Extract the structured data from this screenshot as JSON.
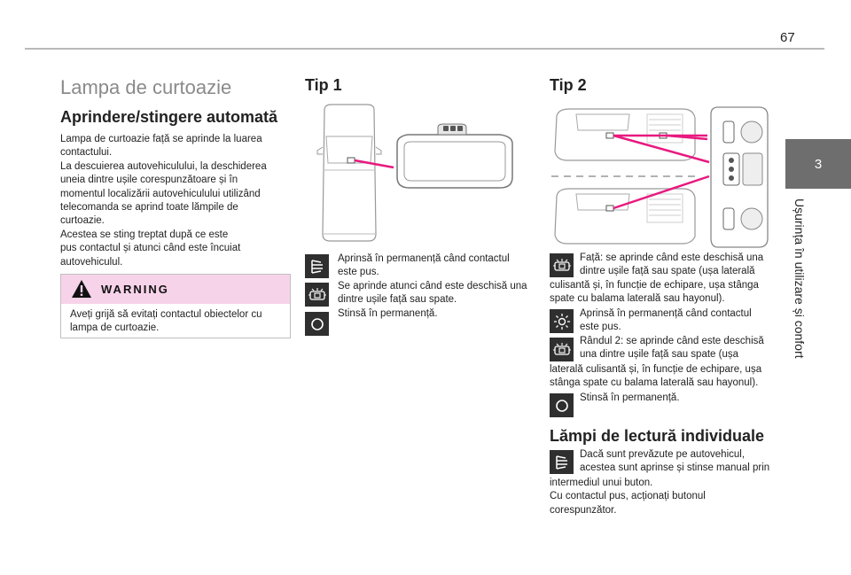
{
  "page": {
    "number": "67"
  },
  "sidebar": {
    "chapter_number": "3",
    "chapter_title": "Ușurința în utilizare și confort"
  },
  "left": {
    "section_title": "Lampa de curtoazie",
    "subtitle": "Aprindere/stingere automată",
    "paragraph": "Lampa de curtoazie față se aprinde la luarea\ncontactului.\nLa descuierea autovehiculului, la deschiderea\nuneia dintre ușile corespunzătoare și în\nmomentul localizării autovehiculului utilizând\ntelecomanda se aprind toate lămpile de\ncurtoazie.\nAcestea se sting treptat după ce este\npus contactul și atunci când este încuiat\nautovehiculul.",
    "warning": {
      "title": "WARNING",
      "text": "Aveți grijă să evitați contactul obiectelor cu\nlampa de curtoazie.",
      "color": "#f7d3ea"
    }
  },
  "tip1": {
    "title": "Tip 1",
    "text": "Aprinsă în permanență când contactul\neste pus.\nSe aprinde atunci când este deschisă una\ndintre ușile față sau spate.\nStinsă în permanență.",
    "icons": [
      "lamp-beam-icon",
      "door-lamp-icon",
      "off-circle-icon"
    ]
  },
  "tip2": {
    "title": "Tip 2",
    "item1_start": "Față: se aprinde când este deschisă una\ndintre ușile față sau spate (ușa laterală",
    "item1_end": "culisantă și, în funcție de echipare, ușa stânga\nspate cu balama laterală sau hayonul).",
    "item2": "Aprinsă în permanență când contactul\neste pus.",
    "item3_start": "Rândul 2: se aprinde când este deschisă\nuna dintre ușile față sau spate (ușa",
    "item3_end": "laterală culisantă și, în funcție de echipare, ușa\nstânga spate cu balama laterală sau hayonul).",
    "item4": "Stinsă în permanență.",
    "icons": [
      "door-lamp-icon",
      "sun-lamp-icon",
      "door-lamp-icon",
      "off-circle-icon"
    ]
  },
  "reading": {
    "title": "Lămpi de lectură individuale",
    "text_start": "Dacă sunt prevăzute pe autovehicul,\nacestea sunt aprinse și stinse manual prin",
    "text_end": "intermediul unui buton.\nCu contactul pus, acționați butonul\ncorespunzător.",
    "icon": "lamp-beam-icon"
  },
  "colors": {
    "accent_magenta": "#e8197f",
    "chapter_tab": "#6e6e6e",
    "icon_bg": "#2f2f2f"
  }
}
